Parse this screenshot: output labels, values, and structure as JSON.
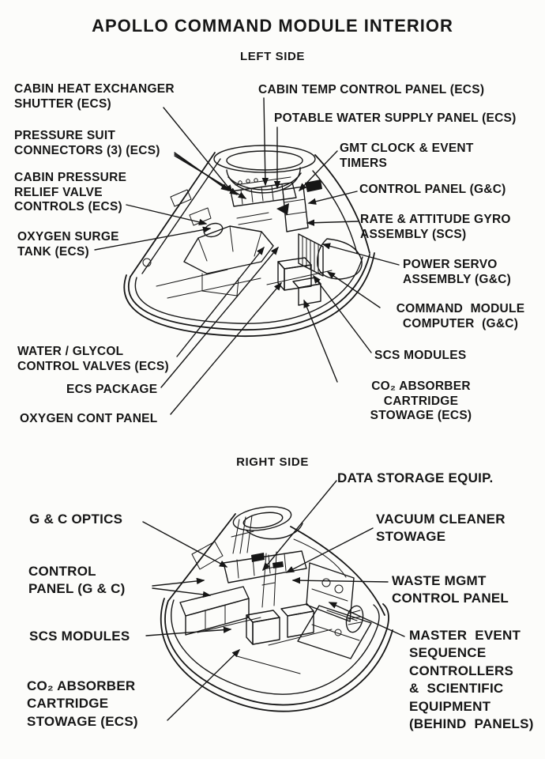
{
  "colors": {
    "ink": "#161616",
    "paper": "#fcfcfa"
  },
  "title": "APOLLO COMMAND MODULE INTERIOR",
  "left_side": {
    "heading": "LEFT SIDE",
    "labels": {
      "cabin_heat_exchanger": "CABIN HEAT EXCHANGER\nSHUTTER (ECS)",
      "pressure_suit_connectors": "PRESSURE SUIT\nCONNECTORS (3) (ECS)",
      "cabin_pressure_relief": "CABIN PRESSURE\nRELIEF VALVE\nCONTROLS (ECS)",
      "oxygen_surge_tank": "OXYGEN SURGE\nTANK (ECS)",
      "water_glycol": "WATER / GLYCOL\nCONTROL VALVES (ECS)",
      "ecs_package": "ECS PACKAGE",
      "oxygen_cont_panel": "OXYGEN CONT PANEL",
      "cabin_temp": "CABIN TEMP CONTROL PANEL (ECS)",
      "potable_water": "POTABLE WATER SUPPLY PANEL (ECS)",
      "gmt_clock": "GMT CLOCK & EVENT\nTIMERS",
      "control_panel": "CONTROL PANEL (G&C)",
      "rate_attitude_gyro": "RATE & ATTITUDE GYRO\nASSEMBLY (SCS)",
      "power_servo": "POWER SERVO\nASSEMBLY (G&C)",
      "cm_computer": "COMMAND MODULE\nCOMPUTER (G&C)",
      "scs_modules": "SCS MODULES",
      "co2_absorber": "CO₂ ABSORBER CARTRIDGE\nSTOWAGE (ECS)"
    }
  },
  "right_side": {
    "heading": "RIGHT SIDE",
    "labels": {
      "data_storage": "DATA STORAGE EQUIP.",
      "gc_optics": "G & C OPTICS",
      "vacuum_cleaner": "VACUUM CLEANER\nSTOWAGE",
      "control_panel": "CONTROL\nPANEL (G & C)",
      "waste_mgmt": "WASTE MGMT\nCONTROL PANEL",
      "scs_modules": "SCS MODULES",
      "master_event": "MASTER EVENT\nSEQUENCE\nCONTROLLERS\n& SCIENTIFIC\nEQUIPMENT\n(BEHIND PANELS)",
      "co2_absorber": "CO₂ ABSORBER\nCARTRIDGE\nSTOWAGE (ECS)"
    }
  }
}
